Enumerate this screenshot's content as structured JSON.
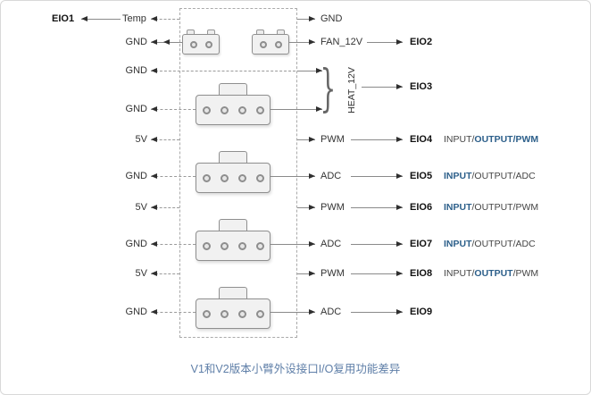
{
  "caption": "V1和V2版本小臂外设接口I/O复用功能差异",
  "colors": {
    "highlight_blue": "#2c5f8a",
    "caption_blue": "#5f7fa8",
    "text_dark": "#333333",
    "wire_gray": "#8a8a8a"
  },
  "left": {
    "eio1": "EIO1",
    "temp": "Temp",
    "gnd_a": "GND",
    "gnd_b": "GND",
    "gnd_c": "GND",
    "v5_a": "5V",
    "gnd_d": "GND",
    "v5_b": "5V",
    "gnd_e": "GND",
    "v5_c": "5V",
    "gnd_f": "GND"
  },
  "right": {
    "gnd_top": "GND",
    "fan": "FAN_12V",
    "heat": "HEAT_12V",
    "brace": "}",
    "pwm_a": "PWM",
    "adc_a": "ADC",
    "pwm_b": "PWM",
    "adc_b": "ADC",
    "pwm_c": "PWM",
    "adc_c": "ADC"
  },
  "eio": {
    "e2": "EIO2",
    "e3": "EIO3",
    "e4": "EIO4",
    "e5": "EIO5",
    "e6": "EIO6",
    "e7": "EIO7",
    "e8": "EIO8",
    "e9": "EIO9"
  },
  "functions": {
    "e4": {
      "pre": "INPUT/",
      "hl": "OUTPUT/PWM",
      "post": ""
    },
    "e5": {
      "pre": "",
      "hl": "INPUT",
      "post": "/OUTPUT/ADC"
    },
    "e6": {
      "pre": "",
      "hl": "INPUT",
      "post": "/OUTPUT/PWM"
    },
    "e7": {
      "pre": "",
      "hl": "INPUT",
      "post": "/OUTPUT/ADC"
    },
    "e8": {
      "pre": "INPUT/",
      "hl": "OUTPUT",
      "post": "/PWM"
    }
  }
}
